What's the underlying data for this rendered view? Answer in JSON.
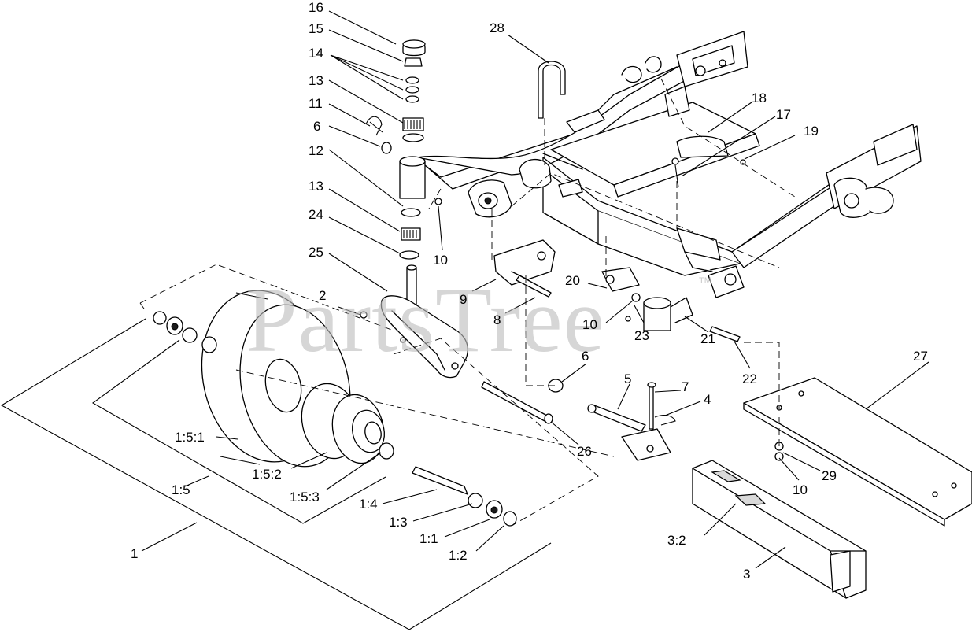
{
  "watermark": {
    "text": "PartsTree",
    "trademark": "TM"
  },
  "callouts": {
    "c16": "16",
    "c15": "15",
    "c14": "14",
    "c13a": "13",
    "c11": "11",
    "c6a": "6",
    "c12": "12",
    "c13b": "13",
    "c24": "24",
    "c25": "25",
    "c10a": "10",
    "c28": "28",
    "c18": "18",
    "c17": "17",
    "c19": "19",
    "c20": "20",
    "c9": "9",
    "c8": "8",
    "c10b": "10",
    "c23": "23",
    "c21": "21",
    "c22": "22",
    "c2": "2",
    "c6b": "6",
    "c5": "5",
    "c7": "7",
    "c4": "4",
    "c27": "27",
    "c26": "26",
    "c29": "29",
    "c10c": "10",
    "c151": "1:5:1",
    "c152": "1:5:2",
    "c15b": "1:5",
    "c153": "1:5:3",
    "c14b": "1:4",
    "c13c": "1:3",
    "c11b": "1:1",
    "c12b": "1:2",
    "c1": "1",
    "c32": "3:2",
    "c3": "3"
  }
}
